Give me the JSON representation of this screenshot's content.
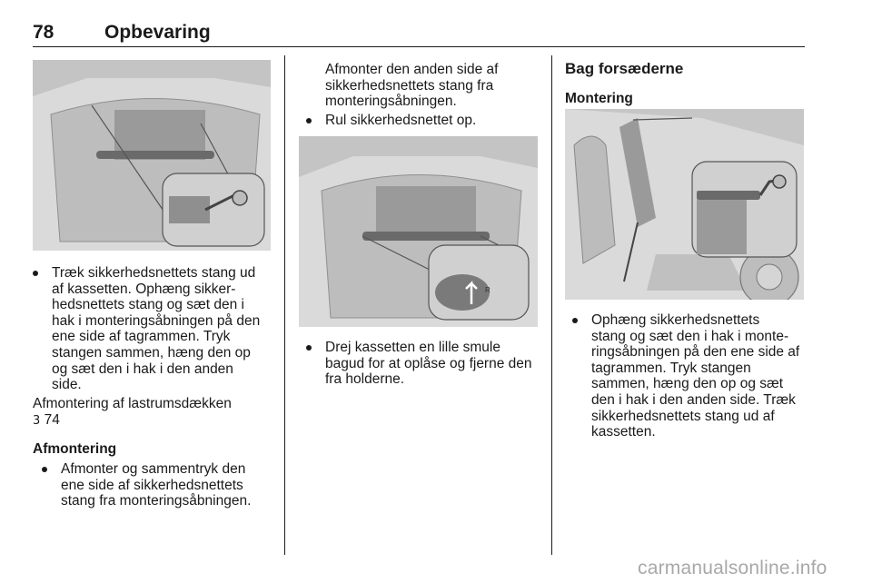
{
  "header": {
    "page_number": "78",
    "chapter_title": "Opbevaring"
  },
  "col1": {
    "bullet1": "Træk sikkerhedsnettets stang ud af kassetten. Ophæng sikker-hedsnettets stang og sæt den i hak i monteringsåbningen på den ene side af tagrammen. Tryk stangen sammen, hæng den op og sæt den i hak i den anden side.",
    "bullet1_lines": [
      "Træk sikkerhedsnettets stang ud",
      "af kassetten. Ophæng sikker-",
      "hedsnettets stang og sæt den i",
      "hak i monteringsåbningen på den",
      "ene side af tagrammen. Tryk",
      "stangen sammen, hæng den op",
      "og sæt den i hak i den anden",
      "side."
    ],
    "ref_text": "Afmontering af lastrumsdækken",
    "ref_arrow": "3",
    "ref_page": "74",
    "subheading": "Afmontering",
    "bullet2_lines": [
      "Afmonter og sammentryk den",
      "ene side af sikkerhedsnettets",
      "stang fra monteringsåbningen."
    ]
  },
  "col2": {
    "intro_lines": [
      "Afmonter den anden side af",
      "sikkerhedsnettets stang fra",
      "monteringsåbningen."
    ],
    "bullet1": "Rul sikkerhedsnettet op.",
    "bullet2_lines": [
      "Drej kassetten en lille smule",
      "bagud for at oplåse og fjerne den",
      "fra holderne."
    ],
    "figure_label": "R"
  },
  "col3": {
    "section_heading": "Bag forsæderne",
    "subheading": "Montering",
    "bullet1_lines": [
      "Ophæng sikkerhedsnettets",
      "stang og sæt den i hak i monte-",
      "ringsåbningen på den ene side af",
      "tagrammen. Tryk stangen",
      "sammen, hæng den op og sæt",
      "den i hak i den anden side. Træk",
      "sikkerhedsnettets stang ud af",
      "kassetten."
    ]
  },
  "watermark": "carmanualsonline.info"
}
